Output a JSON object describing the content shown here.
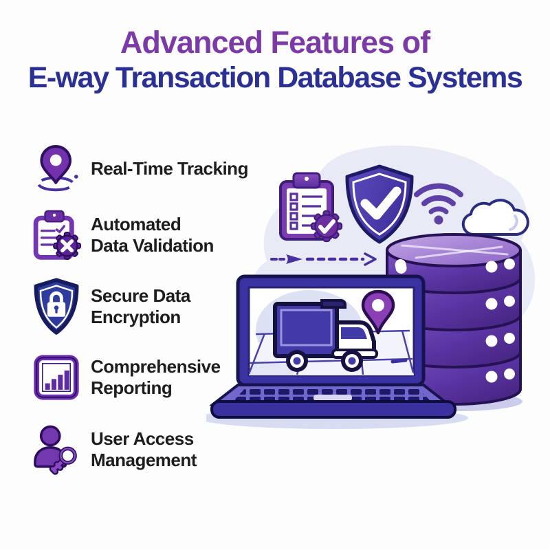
{
  "title": {
    "line1": "Advanced Features of",
    "line2": "E-way Transaction Database Systems"
  },
  "features": [
    {
      "icon": "location-pin-icon",
      "line1": "Real-Time Tracking",
      "line2": ""
    },
    {
      "icon": "clipboard-validation-icon",
      "line1": "Automated",
      "line2": "Data Validation"
    },
    {
      "icon": "shield-lock-icon",
      "line1": "Secure Data",
      "line2": "Encryption"
    },
    {
      "icon": "bar-chart-icon",
      "line1": "Comprehensive",
      "line2": "Reporting"
    },
    {
      "icon": "user-key-icon",
      "line1": "User Access",
      "line2": "Management"
    }
  ],
  "illustration": {
    "elements": [
      "checklist-clipboard-icon",
      "shield-check-icon",
      "wifi-icon",
      "cloud-icon",
      "data-flow-dashed-arrow",
      "database-stack",
      "laptop",
      "delivery-truck-on-map",
      "map-location-pin"
    ]
  },
  "colors": {
    "title_purple": "#7B3AA6",
    "title_indigo": "#2B3094",
    "feature_text": "#1D1D1F",
    "icon_purple": "#7331AC",
    "icon_indigo": "#2F3B9E",
    "illustration_purple": "#5B35A4",
    "blob_lavender": "#E8EAF6"
  }
}
